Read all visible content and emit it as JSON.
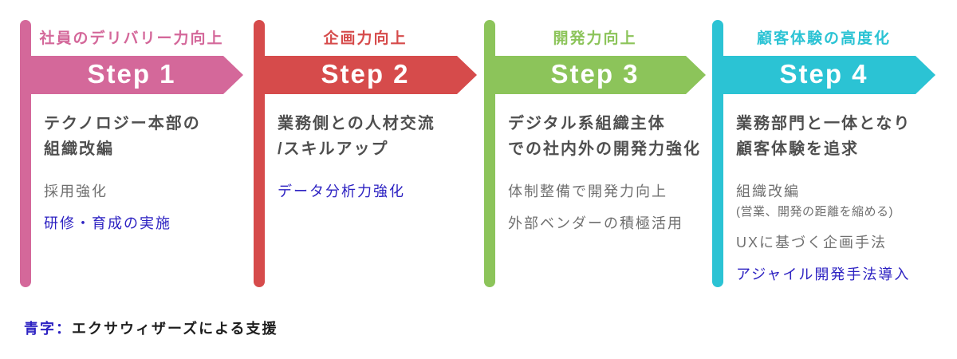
{
  "palette": {
    "blue-text": "#2d22c2",
    "title-text": "#4f4f4f",
    "body-text": "#707070",
    "note-text": "#1e1e1e"
  },
  "steps": [
    {
      "header": "社員のデリバリー力向上",
      "step_label": "Step 1",
      "accent_color": "#d4689a",
      "title_lines": [
        "テクノロジー本部の",
        "組織改編"
      ],
      "items": [
        {
          "text": "採用強化",
          "style": "gray"
        },
        {
          "text": "研修・育成の実施",
          "style": "blue"
        }
      ]
    },
    {
      "header": "企画力向上",
      "step_label": "Step 2",
      "accent_color": "#d64b4b",
      "title_lines": [
        "業務側との人材交流",
        "/スキルアップ"
      ],
      "items": [
        {
          "text": "データ分析力強化",
          "style": "blue"
        }
      ]
    },
    {
      "header": "開発力向上",
      "step_label": "Step 3",
      "accent_color": "#8cc45a",
      "title_lines": [
        "デジタル系組織主体",
        "での社内外の開発力強化"
      ],
      "items": [
        {
          "text": "体制整備で開発力向上",
          "style": "gray"
        },
        {
          "text": "外部ベンダーの積極活用",
          "style": "gray"
        }
      ]
    },
    {
      "header": "顧客体験の高度化",
      "step_label": "Step 4",
      "accent_color": "#2bc3d4",
      "title_lines": [
        "業務部門と一体となり",
        "顧客体験を追求"
      ],
      "items": [
        {
          "text": "組織改編",
          "style": "gray tight"
        },
        {
          "text": "(営業、開発の距離を縮める)",
          "style": "small"
        },
        {
          "text": "UXに基づく企画手法",
          "style": "gray"
        },
        {
          "text": "アジャイル開発手法導入",
          "style": "blue"
        }
      ]
    }
  ],
  "note": {
    "blue_label": "青字：",
    "text": "エクサウィザーズによる支援"
  }
}
